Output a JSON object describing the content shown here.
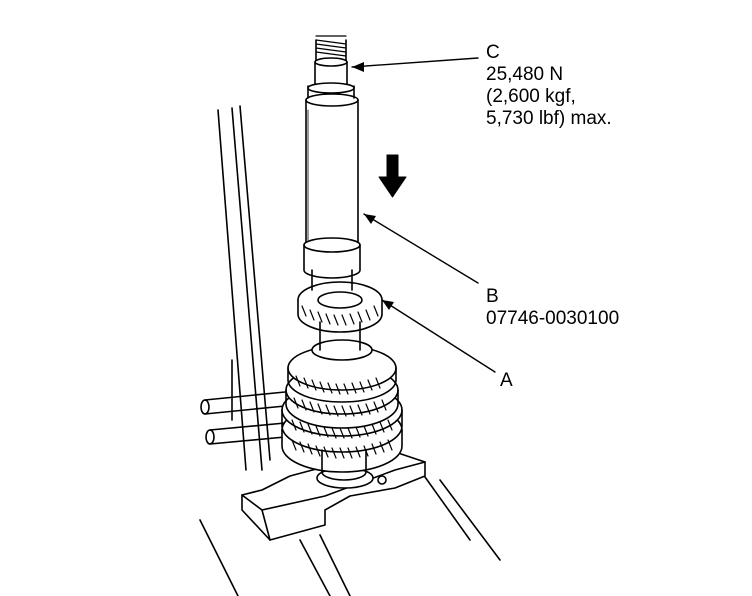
{
  "labels": {
    "c": {
      "letter": "C",
      "force_line1": "25,480 N",
      "force_line2": "(2,600 kgf,",
      "force_line3": "5,730 lbf) max."
    },
    "b": {
      "letter": "B",
      "part_number": "07746-0030100"
    },
    "a": {
      "letter": "A"
    }
  }
}
